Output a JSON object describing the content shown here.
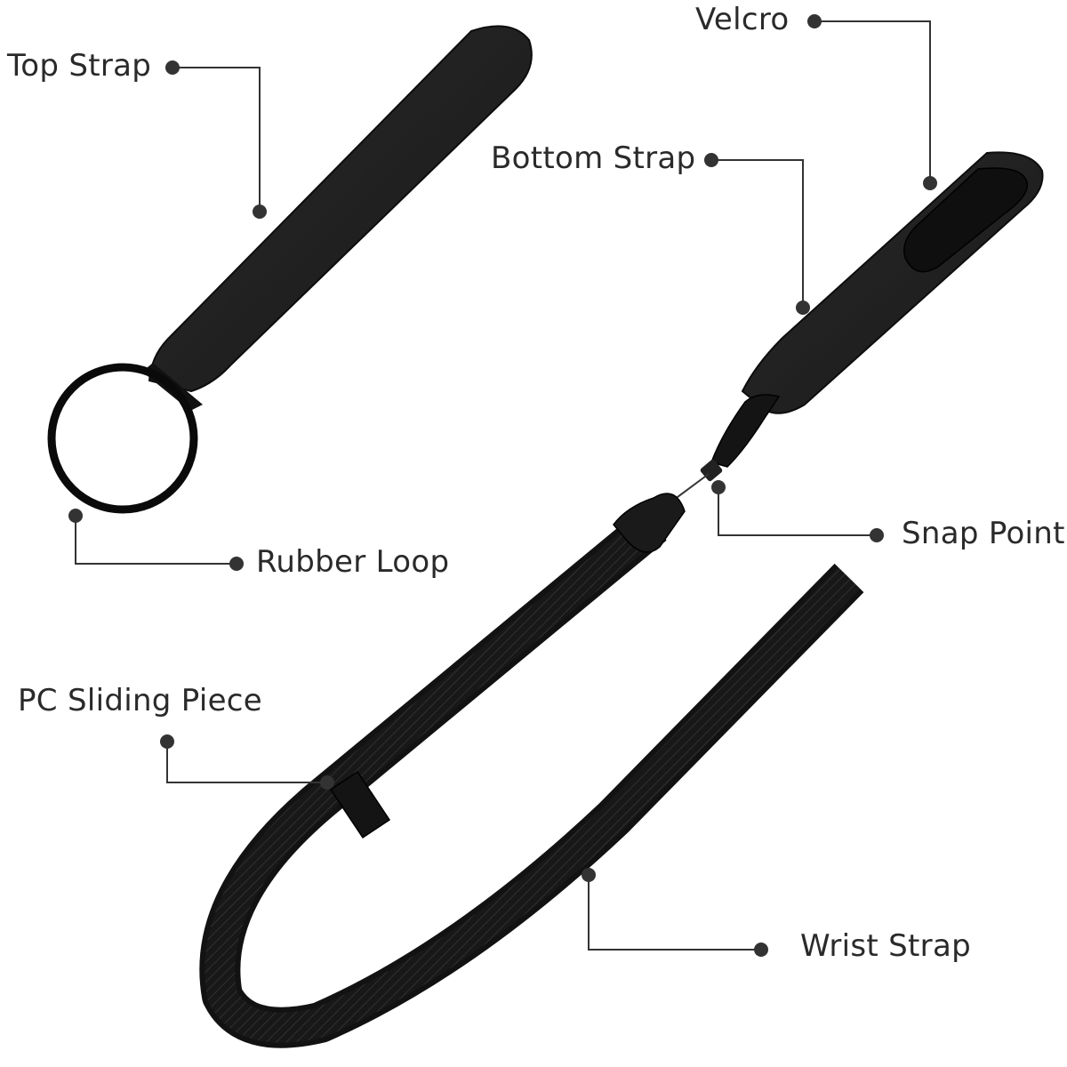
{
  "labels": {
    "top_strap": "Top Strap",
    "velcro": "Velcro",
    "bottom_strap": "Bottom Strap",
    "rubber_loop": "Rubber Loop",
    "snap_point": "Snap Point",
    "pc_sliding_piece": "PC Sliding Piece",
    "wrist_strap": "Wrist Strap"
  },
  "colors": {
    "text": "#2a2a2a",
    "leader": "#333333",
    "strap": "#1f1f1f",
    "strap_edge": "#0d0d0d",
    "velcro": "#101010",
    "loop": "#0a0a0a",
    "cord": "#161616"
  }
}
